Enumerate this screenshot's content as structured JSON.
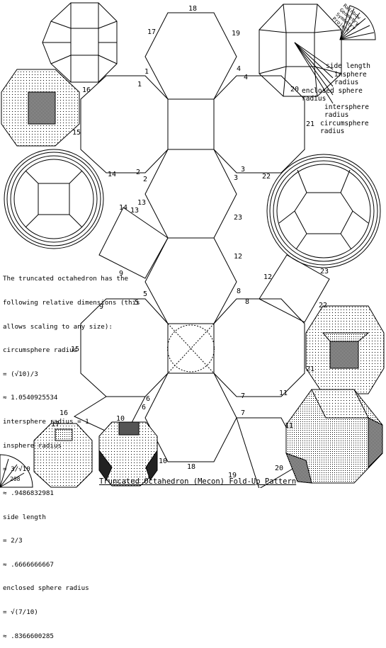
{
  "caption": "Truncated Octahedron (Mecon) Fold-Up Pattern",
  "publisher_badge": [
    "Rainbow",
    "Geometry",
    "Symmetry Project"
  ],
  "badge_number": "208",
  "legend": [
    "side length",
    "insphere radius",
    "enclosed sphere radius",
    "intersphere radius",
    "circumsphere radius"
  ],
  "dimensions_text": [
    "The truncated octahedron has the",
    "following relative dimensions (this",
    "allows scaling to any size):",
    "circumsphere radius",
    "= (√10)/3",
    "≈ 1.0540925534",
    "intersphere radius = 1",
    "insphere radius",
    "= 3/√10",
    "≈ .9486832981",
    "side length",
    "= 2/3",
    "≈ .6666666667",
    "enclosed sphere radius",
    "= √(7/10)",
    "≈ .8366600285"
  ],
  "edge_labels": [
    {
      "t": "18"
    },
    {
      "t": "17"
    },
    {
      "t": "19"
    },
    {
      "t": "1"
    },
    {
      "t": "4"
    },
    {
      "t": "1"
    },
    {
      "t": "4"
    },
    {
      "t": "16"
    },
    {
      "t": "20"
    },
    {
      "t": "15"
    },
    {
      "t": "21"
    },
    {
      "t": "14"
    },
    {
      "t": "2"
    },
    {
      "t": "3"
    },
    {
      "t": "22"
    },
    {
      "t": "2"
    },
    {
      "t": "3"
    },
    {
      "t": "14"
    },
    {
      "t": "13"
    },
    {
      "t": "13"
    },
    {
      "t": "23"
    },
    {
      "t": "12"
    },
    {
      "t": "9"
    },
    {
      "t": "12"
    },
    {
      "t": "23"
    },
    {
      "t": "5"
    },
    {
      "t": "8"
    },
    {
      "t": "9"
    },
    {
      "t": "5"
    },
    {
      "t": "8"
    },
    {
      "t": "22"
    },
    {
      "t": "15"
    },
    {
      "t": "21"
    },
    {
      "t": "6"
    },
    {
      "t": "11"
    },
    {
      "t": "6"
    },
    {
      "t": "7"
    },
    {
      "t": "7"
    },
    {
      "t": "11"
    },
    {
      "t": "10"
    },
    {
      "t": "17"
    },
    {
      "t": "10"
    },
    {
      "t": "18"
    },
    {
      "t": "19"
    },
    {
      "t": "20"
    },
    {
      "t": "16"
    }
  ]
}
